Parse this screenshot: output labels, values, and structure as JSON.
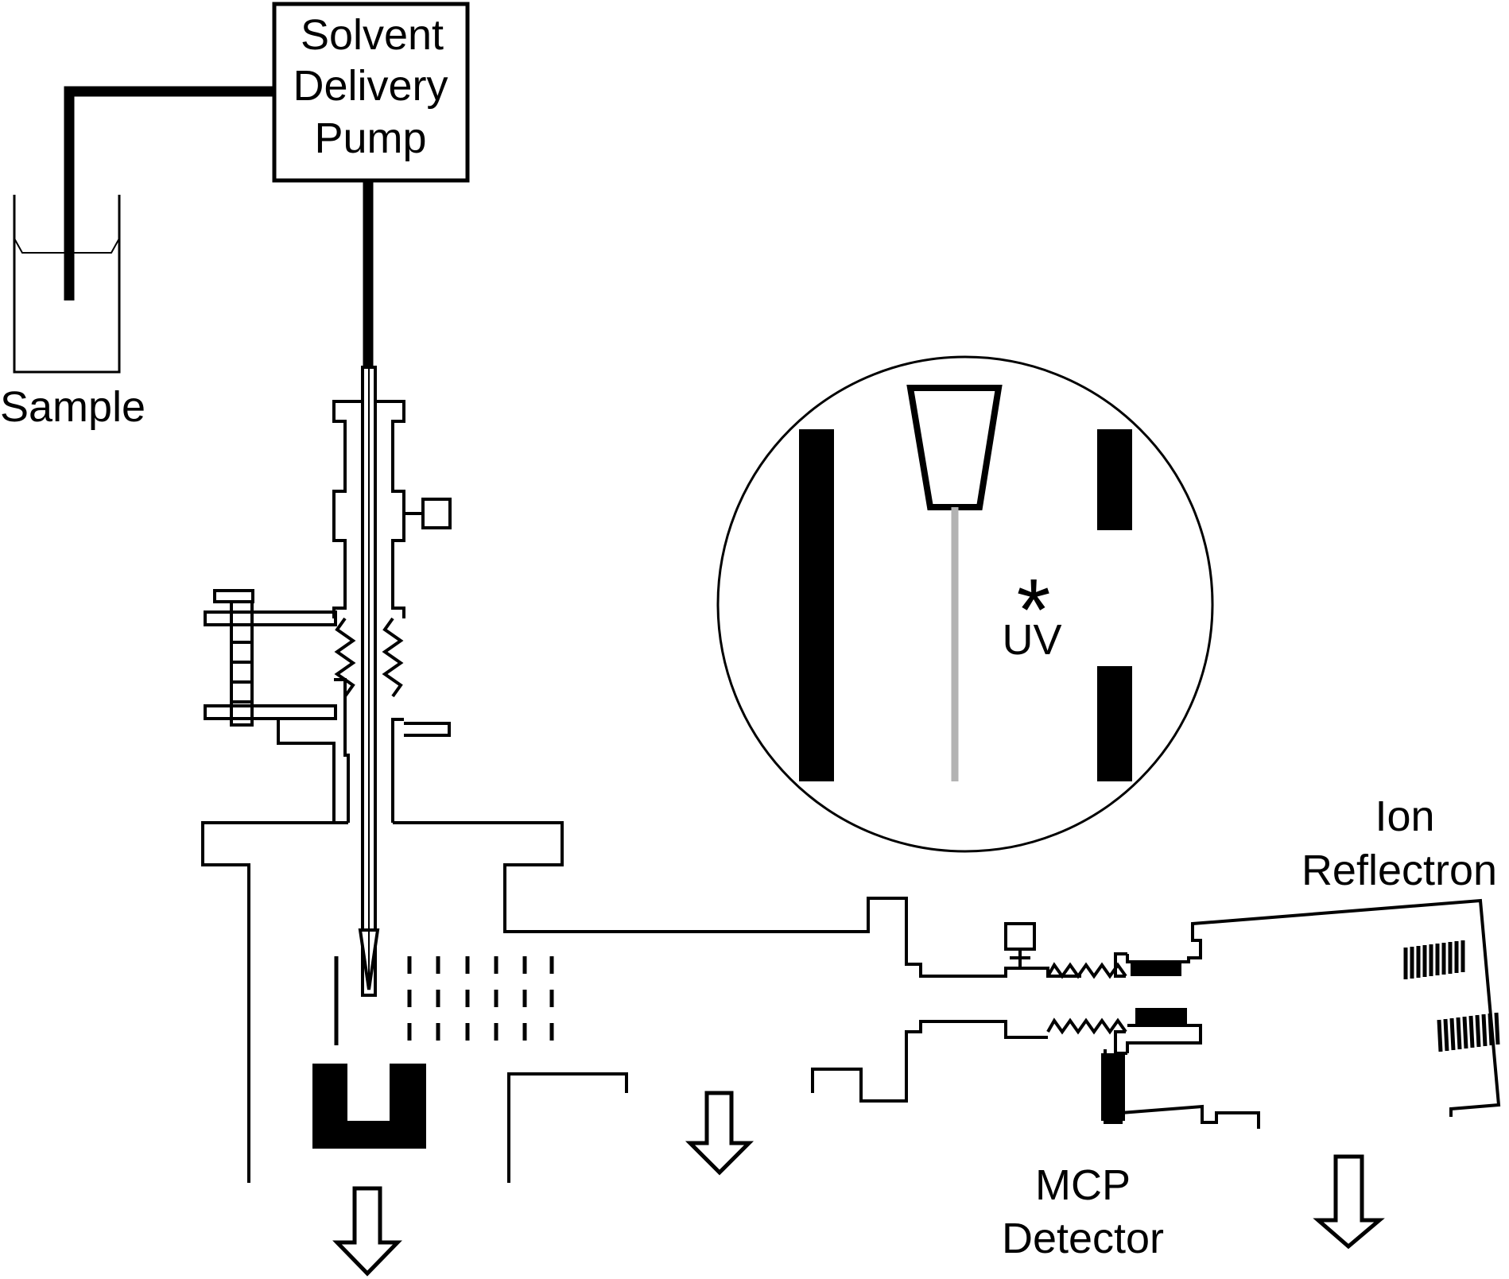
{
  "labels": {
    "pump_line1": "Solvent",
    "pump_line2": "Delivery",
    "pump_line3": "Pump",
    "sample": "Sample",
    "uv_star": "*",
    "uv": "UV",
    "reflectron_line1": "Ion",
    "reflectron_line2": "Reflectron",
    "mcp_line1": "MCP",
    "mcp_line2": "Detector"
  },
  "colors": {
    "ink": "#000000",
    "beam": "#b3b3b3",
    "background": "#ffffff"
  }
}
